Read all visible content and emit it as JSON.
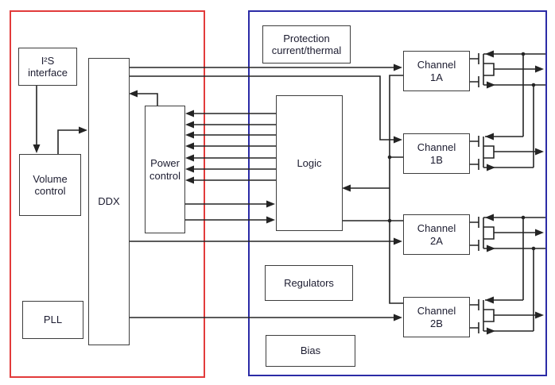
{
  "diagram": {
    "type": "block-diagram",
    "colors": {
      "left_frame": "#e23b3b",
      "right_frame": "#2b2ba6",
      "wire": "#242424",
      "box_border": "#3d3d3d",
      "text": "#1c1c30",
      "background": "#ffffff"
    },
    "blocks": {
      "i2s": {
        "label": "I²S\ninterface"
      },
      "volume": {
        "label": "Volume\ncontrol"
      },
      "ddx": {
        "label": "DDX"
      },
      "pll": {
        "label": "PLL"
      },
      "power": {
        "label": "Power\ncontrol"
      },
      "protection": {
        "label": "Protection\ncurrent/thermal"
      },
      "logic": {
        "label": "Logic"
      },
      "regulators": {
        "label": "Regulators"
      },
      "bias": {
        "label": "Bias"
      },
      "ch1a": {
        "label": "Channel\n1A"
      },
      "ch1b": {
        "label": "Channel\n1B"
      },
      "ch2a": {
        "label": "Channel\n2A"
      },
      "ch2b": {
        "label": "Channel\n2B"
      }
    }
  }
}
